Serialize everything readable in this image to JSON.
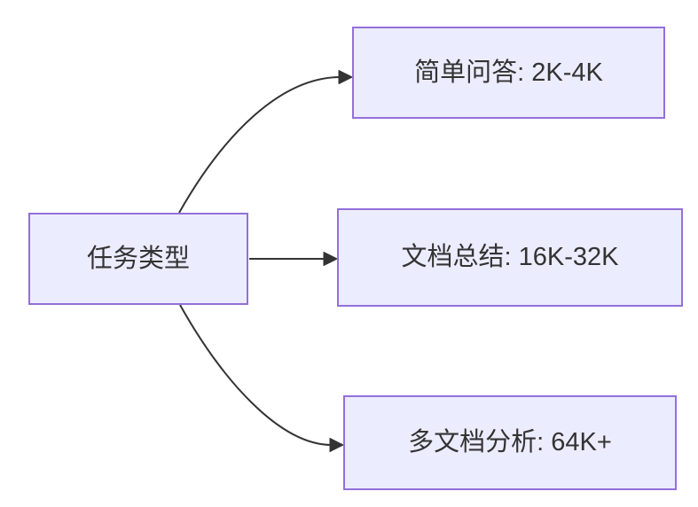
{
  "diagram": {
    "type": "flowchart",
    "direction": "left-to-right",
    "nodes": {
      "root": {
        "id": "root",
        "label": "任务类型"
      },
      "simple_qa": {
        "id": "simple_qa",
        "label": "简单问答: 2K-4K"
      },
      "doc_summary": {
        "id": "doc_summary",
        "label": "文档总结: 16K-32K"
      },
      "multi_doc": {
        "id": "multi_doc",
        "label": "多文档分析: 64K+"
      }
    },
    "edges": [
      {
        "from": "root",
        "to": "simple_qa",
        "style": "curved-up"
      },
      {
        "from": "root",
        "to": "doc_summary",
        "style": "straight"
      },
      {
        "from": "root",
        "to": "multi_doc",
        "style": "curved-down"
      }
    ],
    "colors": {
      "node_fill": "#ECECFF",
      "node_border": "#9370DB",
      "edge": "#333333",
      "text": "#333333",
      "background": "#FFFFFF"
    }
  }
}
